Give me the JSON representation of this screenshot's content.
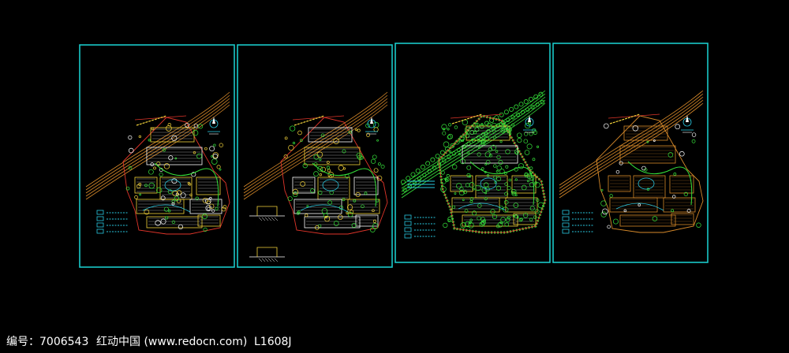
{
  "colors": {
    "background": "#000000",
    "frame": "#19c9c9",
    "road": "#d88a2a",
    "boundary": "#e0352a",
    "green": "#35e03a",
    "yellow": "#f2d23a",
    "cyan": "#29c8e0",
    "white": "#ffffff"
  },
  "sheets": [
    {
      "name": "sheet-1",
      "style": "mixed"
    },
    {
      "name": "sheet-2",
      "style": "detail"
    },
    {
      "name": "sheet-3",
      "style": "planting"
    },
    {
      "name": "sheet-4",
      "style": "outline"
    }
  ],
  "footer": {
    "id_label": "编号：7006543",
    "site": "红动中国 (www.redocn.com)",
    "code": "L1608J"
  }
}
